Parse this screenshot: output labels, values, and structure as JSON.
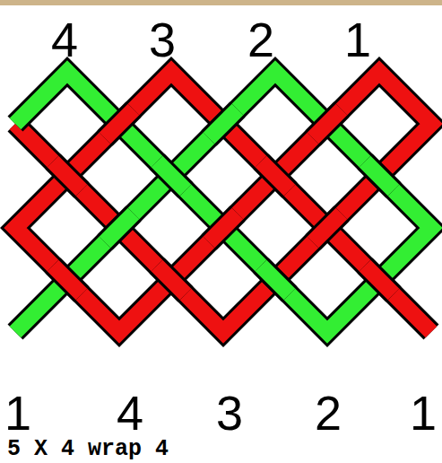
{
  "diagram": {
    "caption": "5 X 4 wrap 4",
    "labels": [
      "4",
      "3",
      "2",
      "1",
      "1",
      "4",
      "3",
      "2",
      "1"
    ]
  }
}
